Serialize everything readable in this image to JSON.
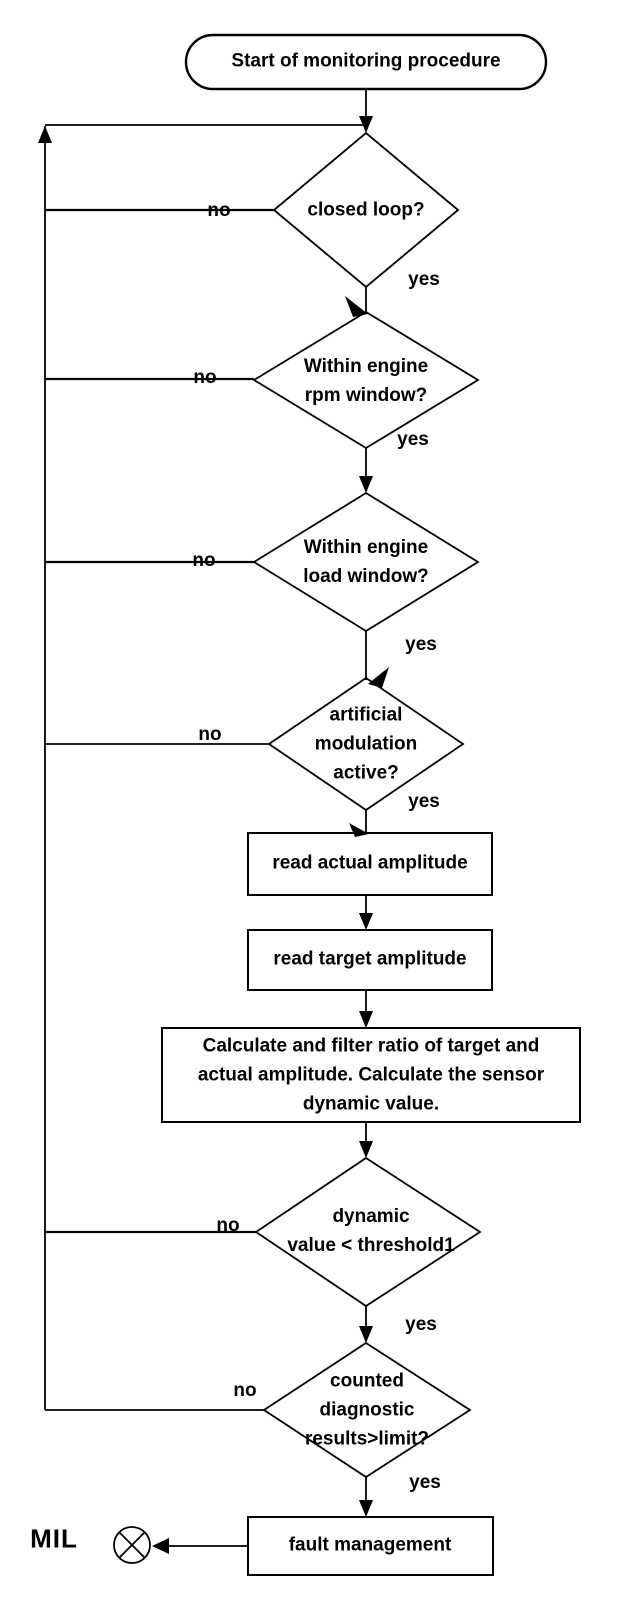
{
  "flowchart": {
    "colors": {
      "stroke": "#000000",
      "fill": "#ffffff",
      "text": "#000000"
    },
    "nodes": {
      "start": {
        "shape": "terminator",
        "text": "Start of monitoring procedure"
      },
      "closed_loop": {
        "shape": "decision",
        "text": "closed loop?"
      },
      "rpm_window": {
        "shape": "decision",
        "text": "Within engine\nrpm window?"
      },
      "load_window": {
        "shape": "decision",
        "text": "Within engine\nload window?"
      },
      "artificial_modulation": {
        "shape": "decision",
        "text": "artificial\nmodulation\nactive?"
      },
      "read_actual": {
        "shape": "process",
        "text": "read actual amplitude"
      },
      "read_target": {
        "shape": "process",
        "text": "read target amplitude"
      },
      "calculate": {
        "shape": "process",
        "text": "Calculate and filter ratio of  target  and\nactual amplitude. Calculate the sensor\ndynamic value."
      },
      "dynamic_value": {
        "shape": "decision",
        "text": "dynamic\nvalue < threshold1"
      },
      "counted_results": {
        "shape": "decision",
        "text": "counted\ndiagnostic\nresults>limit?"
      },
      "fault_management": {
        "shape": "process",
        "text": "fault management"
      },
      "mil_indicator": {
        "shape": "crossed-circle",
        "text": "MIL"
      }
    },
    "labels": {
      "yes": "yes",
      "no": "no"
    },
    "edges": [
      {
        "from": "start",
        "to": "closed_loop",
        "label": ""
      },
      {
        "from": "closed_loop",
        "to": "rpm_window",
        "label": "yes"
      },
      {
        "from": "closed_loop",
        "to": "monitoring_entry",
        "label": "no"
      },
      {
        "from": "rpm_window",
        "to": "load_window",
        "label": "yes"
      },
      {
        "from": "rpm_window",
        "to": "monitoring_entry",
        "label": "no"
      },
      {
        "from": "load_window",
        "to": "artificial_modulation",
        "label": "yes"
      },
      {
        "from": "load_window",
        "to": "monitoring_entry",
        "label": "no"
      },
      {
        "from": "artificial_modulation",
        "to": "read_actual",
        "label": "yes"
      },
      {
        "from": "artificial_modulation",
        "to": "monitoring_entry",
        "label": "no"
      },
      {
        "from": "read_actual",
        "to": "read_target",
        "label": ""
      },
      {
        "from": "read_target",
        "to": "calculate",
        "label": ""
      },
      {
        "from": "calculate",
        "to": "dynamic_value",
        "label": ""
      },
      {
        "from": "dynamic_value",
        "to": "counted_results",
        "label": "yes"
      },
      {
        "from": "dynamic_value",
        "to": "monitoring_entry",
        "label": "no"
      },
      {
        "from": "counted_results",
        "to": "fault_management",
        "label": "yes"
      },
      {
        "from": "counted_results",
        "to": "monitoring_entry",
        "label": "no"
      },
      {
        "from": "fault_management",
        "to": "mil_indicator",
        "label": ""
      }
    ]
  }
}
